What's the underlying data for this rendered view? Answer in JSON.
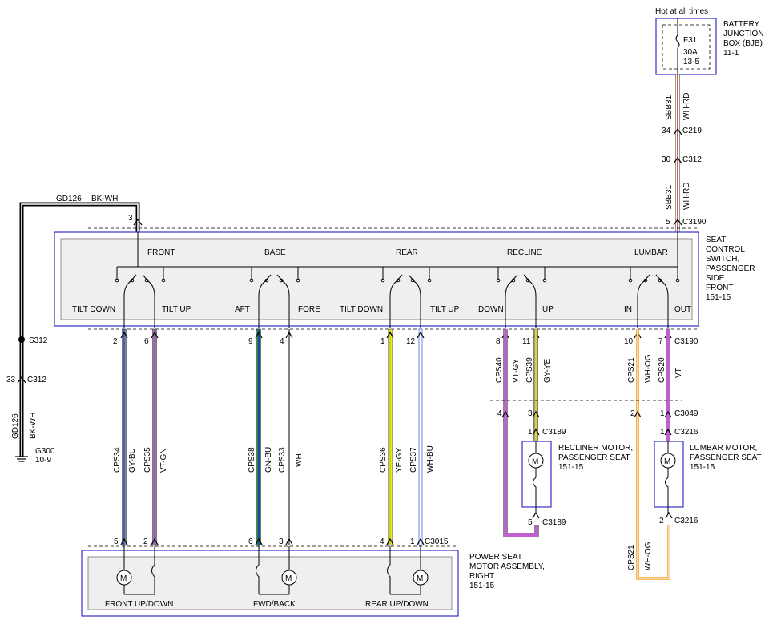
{
  "header": {
    "hot_at_all_times": "Hot at all times"
  },
  "bjb": {
    "title_lines": [
      "BATTERY",
      "JUNCTION",
      "BOX (BJB)",
      "11-1"
    ],
    "fuse": "F31",
    "rating": "30A",
    "ref": "13-5"
  },
  "feed": {
    "wires": [
      {
        "circuit": "SBB31",
        "color": "WH-RD"
      },
      {
        "circuit": "SBB31",
        "color": "WH-RD"
      }
    ],
    "connectors": [
      {
        "pin": "34",
        "name": "C219"
      },
      {
        "pin": "30",
        "name": "C312"
      },
      {
        "pin": "5",
        "name": "C3190"
      }
    ]
  },
  "ground": {
    "circuit": "GD126",
    "color": "BK-WH",
    "pin_top": "3",
    "splice": "S312",
    "conn_pin": "33",
    "conn": "C312",
    "g_name": "G300",
    "g_ref": "10-9"
  },
  "seat_switch": {
    "title_lines": [
      "SEAT",
      "CONTROL",
      "SWITCH,",
      "PASSENGER",
      "SIDE",
      "FRONT",
      "151-15"
    ],
    "groups": [
      "FRONT",
      "BASE",
      "REAR",
      "RECLINE",
      "LUMBAR"
    ],
    "positions": [
      "TILT DOWN",
      "TILT UP",
      "AFT",
      "FORE",
      "TILT DOWN",
      "TILT UP",
      "DOWN",
      "UP",
      "IN",
      "OUT"
    ],
    "connector": "C3190"
  },
  "outputs": [
    {
      "pin": "2",
      "circuit": "CPS34",
      "color": "GY-BU"
    },
    {
      "pin": "6",
      "circuit": "CPS35",
      "color": "VT-GN"
    },
    {
      "pin": "9",
      "circuit": "CPS38",
      "color": "GN-BU"
    },
    {
      "pin": "4",
      "circuit": "CPS33",
      "color": "WH"
    },
    {
      "pin": "1",
      "circuit": "CPS36",
      "color": "YE-GY"
    },
    {
      "pin": "12",
      "circuit": "CPS37",
      "color": "WH-BU"
    },
    {
      "pin": "8",
      "circuit": "CPS40",
      "color": "VT-GY"
    },
    {
      "pin": "11",
      "circuit": "CPS39",
      "color": "GY-YE"
    },
    {
      "pin": "10",
      "circuit": "CPS21",
      "color": "WH-OG"
    },
    {
      "pin": "7",
      "circuit": "CPS20",
      "color": "VT"
    }
  ],
  "power_seat": {
    "title_lines": [
      "POWER SEAT",
      "MOTOR ASSEMBLY,",
      "RIGHT",
      "151-15"
    ],
    "pins": [
      "5",
      "2",
      "6",
      "3",
      "4",
      "1"
    ],
    "connector": "C3015",
    "motors": [
      "FRONT UP/DOWN",
      "FWD/BACK",
      "REAR UP/DOWN"
    ]
  },
  "recliner": {
    "title_lines": [
      "RECLINER MOTOR,",
      "PASSENGER SEAT",
      "151-15"
    ],
    "pins": {
      "c3049_left": "4",
      "c3049_right": "3",
      "top": "1",
      "bottom": "5"
    },
    "conn_top": "C3189",
    "conn_bottom": "C3189"
  },
  "lumbar": {
    "title_lines": [
      "LUMBAR MOTOR,",
      "PASSENGER SEAT",
      "151-15"
    ],
    "pins": {
      "c3049_left": "2",
      "c3049_right": "1",
      "top": "1",
      "bottom": "2"
    },
    "conn_mid": "C3049",
    "conn_top": "C3216",
    "conn_bottom": "C3216",
    "return_wire": {
      "circuit": "CPS21",
      "color": "WH-OG"
    }
  },
  "wire_colors": {
    "WH-RD": [
      "#ffffff",
      "#c0392b"
    ],
    "GY-BU": [
      "#888888",
      "#3355cc"
    ],
    "VT-GN": [
      "#b05fc0",
      "#22aa44"
    ],
    "GN-BU": [
      "#1a8a3a",
      "#1e3fb0"
    ],
    "WH": [
      "#ffffff",
      "#ffffff"
    ],
    "YE-GY": [
      "#f0f000",
      "#999999"
    ],
    "WH-BU": [
      "#ffffff",
      "#4466dd"
    ],
    "VT-GY": [
      "#b05fc0",
      "#999999"
    ],
    "GY-YE": [
      "#999999",
      "#e8e800"
    ],
    "WH-OG": [
      "#ffffff",
      "#f0a020"
    ],
    "VT": [
      "#c060d0",
      "#c060d0"
    ],
    "BK-WH": [
      "#000000",
      "#ffffff"
    ],
    "box_border": "#3333cc"
  }
}
